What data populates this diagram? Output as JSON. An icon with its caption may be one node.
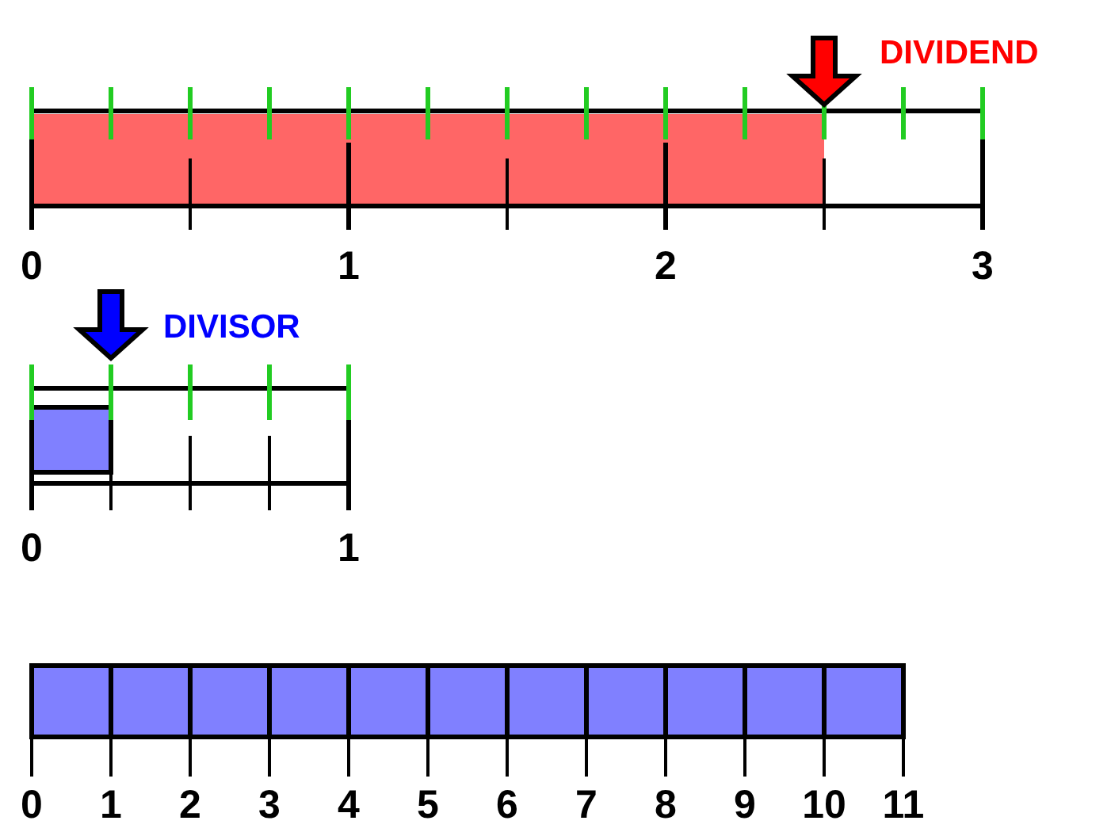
{
  "diagram": {
    "labels": [
      "DIVIDEND",
      "0",
      "1",
      "2",
      "3",
      "DIVISOR",
      "0",
      "1",
      "0",
      "1",
      "2",
      "3",
      "4",
      "5",
      "6",
      "7",
      "8",
      "9",
      "10",
      "11"
    ]
  }
}
